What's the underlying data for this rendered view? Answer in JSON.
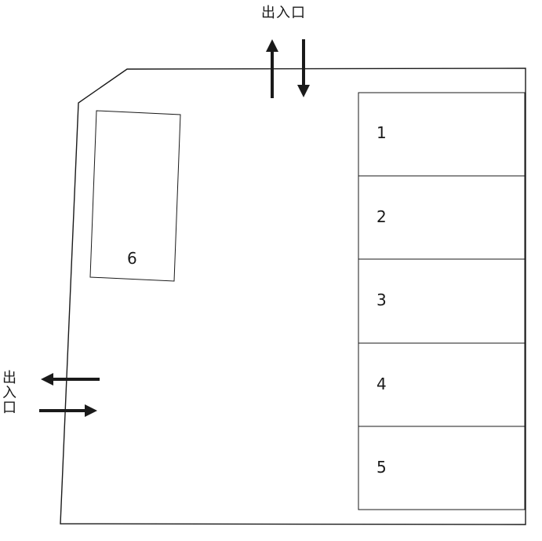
{
  "diagram": {
    "entrances": {
      "top": {
        "label": "出入口"
      },
      "left": {
        "label": "出入口"
      }
    },
    "slots": [
      {
        "label": "1"
      },
      {
        "label": "2"
      },
      {
        "label": "3"
      },
      {
        "label": "4"
      },
      {
        "label": "5"
      }
    ],
    "area": {
      "label": "6"
    },
    "colors": {
      "line": "#1a1a1a",
      "background": "#ffffff"
    }
  }
}
